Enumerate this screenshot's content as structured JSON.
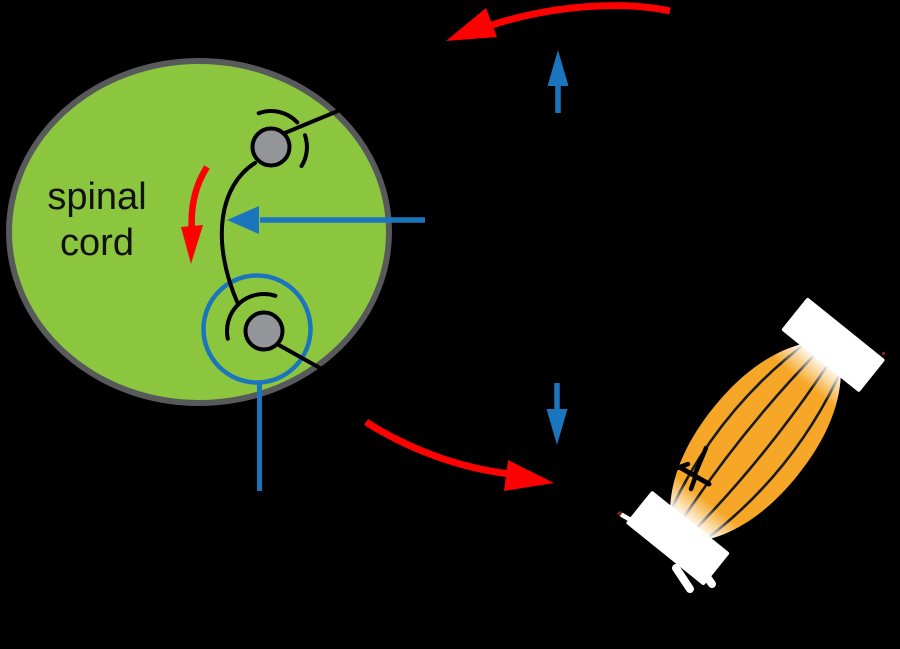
{
  "diagram": {
    "type": "reflex-arc",
    "labels": {
      "spinal_cord_line1": "spinal",
      "spinal_cord_line2": "cord"
    },
    "colors": {
      "background": "#000000",
      "spinal_cord_green": "#8CC63F",
      "spinal_cord_outline": "#58595B",
      "neuron_black": "#000000",
      "soma_gray": "#939598",
      "highlight_blue": "#1B75BC",
      "arrow_red": "#FF0000",
      "muscle_orange": "#F6A727",
      "tendon_white": "#FFFFFF",
      "fray_dot_dark_red": "#7B2226"
    }
  }
}
